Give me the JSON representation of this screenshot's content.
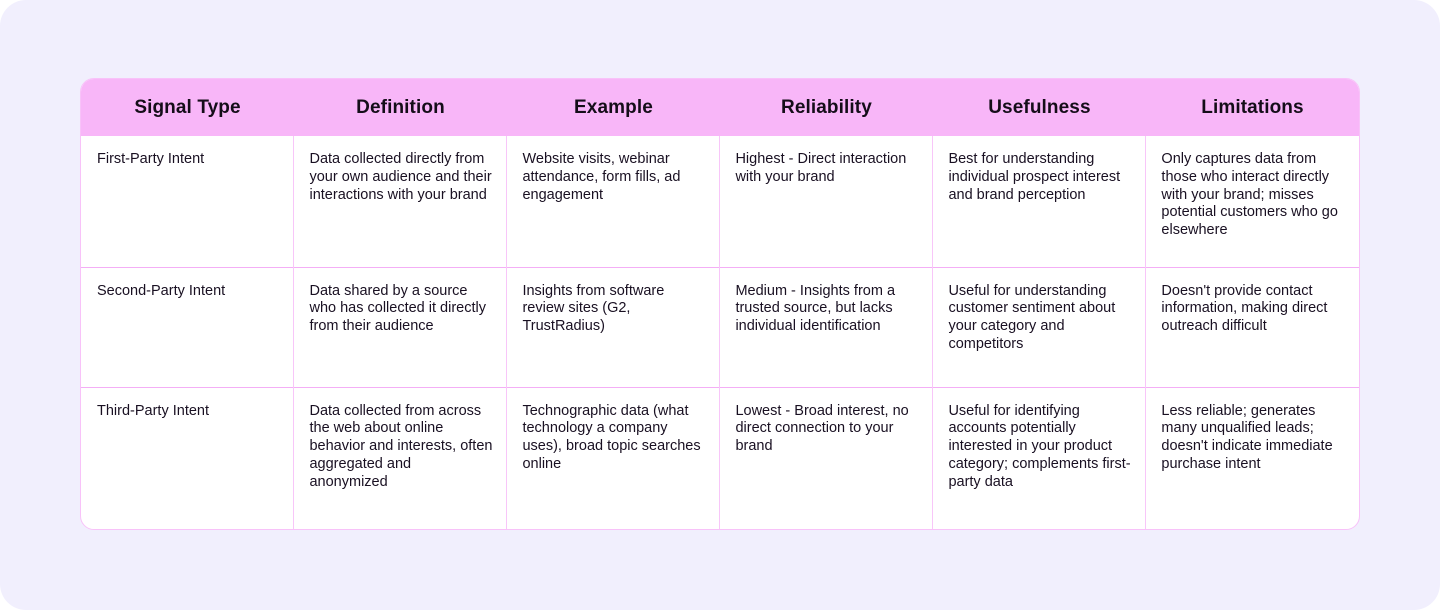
{
  "page": {
    "background_color": "#f1effd",
    "card_background": "#ffffff",
    "header_color": "#f8b6f8",
    "grid_color": "#f8c6f9",
    "text_color": "#191022"
  },
  "table": {
    "columns": [
      "Signal Type",
      "Definition",
      "Example",
      "Reliability",
      "Usefulness",
      "Limitations"
    ],
    "rows": [
      {
        "signal_type": "First-Party Intent",
        "definition": "Data collected directly from your own audience and their interactions with your brand",
        "example": "Website visits, webinar attendance, form fills, ad engagement",
        "reliability": "Highest - Direct interaction with your brand",
        "usefulness": "Best for understanding individual prospect interest and brand perception",
        "limitations": "Only captures data from those who interact directly with your brand; misses potential customers who go elsewhere"
      },
      {
        "signal_type": "Second-Party Intent",
        "definition": "Data shared by a source who has collected it directly from their audience",
        "example": "Insights from software review sites (G2, TrustRadius)",
        "reliability": "Medium - Insights from a trusted source, but lacks individual identification",
        "usefulness": "Useful for understanding customer sentiment about your category and competitors",
        "limitations": "Doesn't provide contact information, making direct outreach difficult"
      },
      {
        "signal_type": "Third-Party Intent",
        "definition": "Data collected from across the web about online behavior and interests, often aggregated and anonymized",
        "example": "Technographic data (what technology a company uses), broad topic searches online",
        "reliability": "Lowest - Broad interest, no direct connection to your brand",
        "usefulness": "Useful for identifying accounts potentially interested in your product category; complements first-party data",
        "limitations": "Less reliable; generates many unqualified leads; doesn't indicate immediate purchase intent"
      }
    ]
  }
}
